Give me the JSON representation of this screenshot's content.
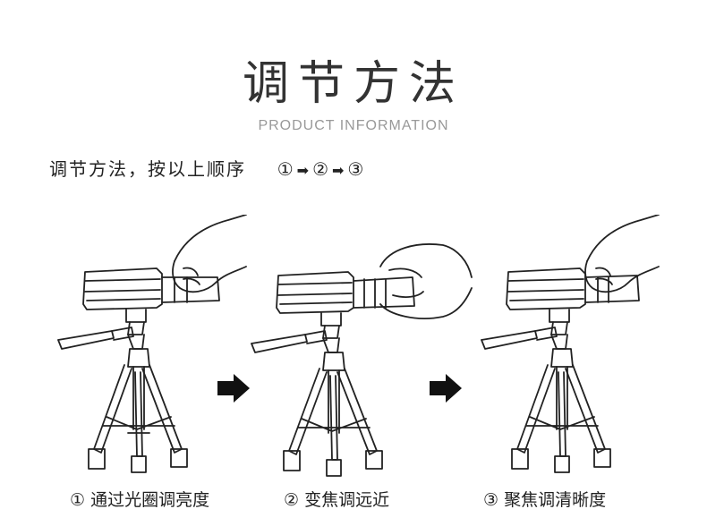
{
  "header": {
    "title": "调节方法",
    "subtitle": "PRODUCT INFORMATION"
  },
  "instruction": {
    "text": "调节方法，按以上顺序",
    "step1": "①",
    "step2": "②",
    "step3": "③",
    "arrow": "➡"
  },
  "captions": [
    "① 通过光圈调亮度",
    "② 变焦调远近",
    "③ 聚焦调清晰度"
  ],
  "colors": {
    "text": "#222222",
    "subtitle": "#999999",
    "line": "#222222"
  }
}
